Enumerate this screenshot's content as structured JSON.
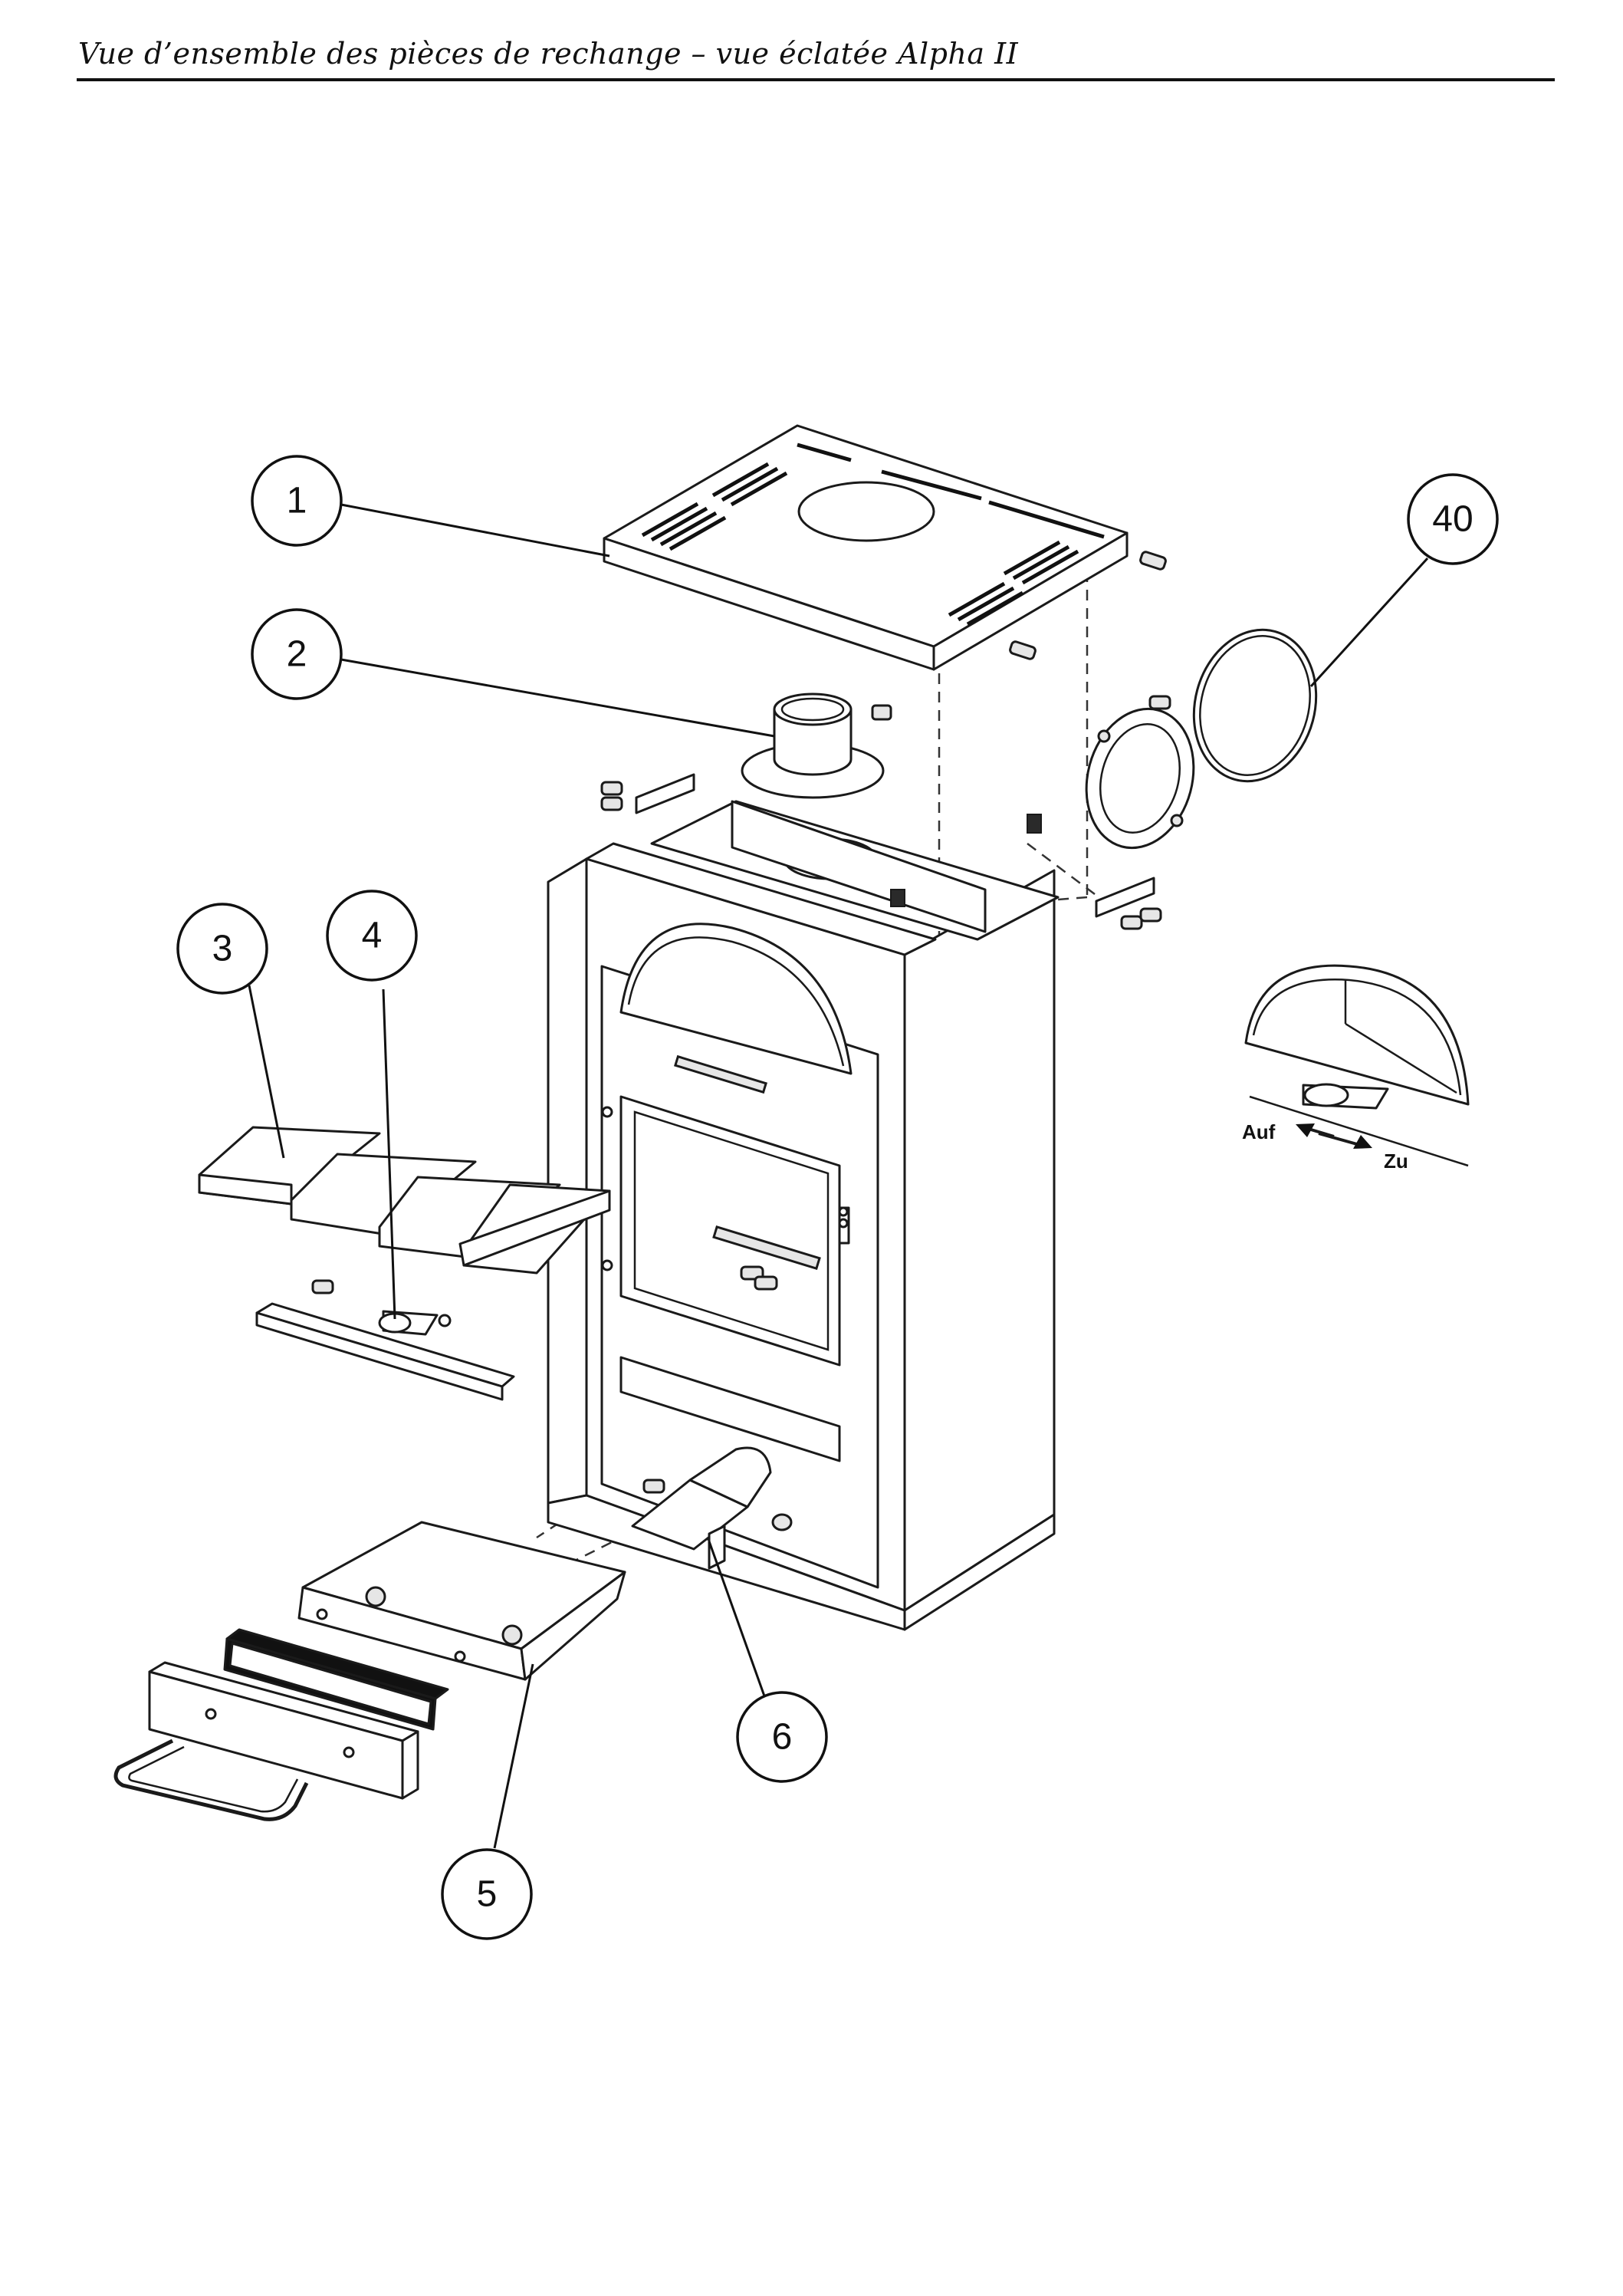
{
  "header": {
    "title": "Vue d’ensemble des pièces de rechange – vue éclatée Alpha II"
  },
  "callouts": [
    "1",
    "2",
    "3",
    "4",
    "40",
    "5",
    "6"
  ],
  "detail": {
    "open_label": "Auf",
    "close_label": "Zu"
  }
}
